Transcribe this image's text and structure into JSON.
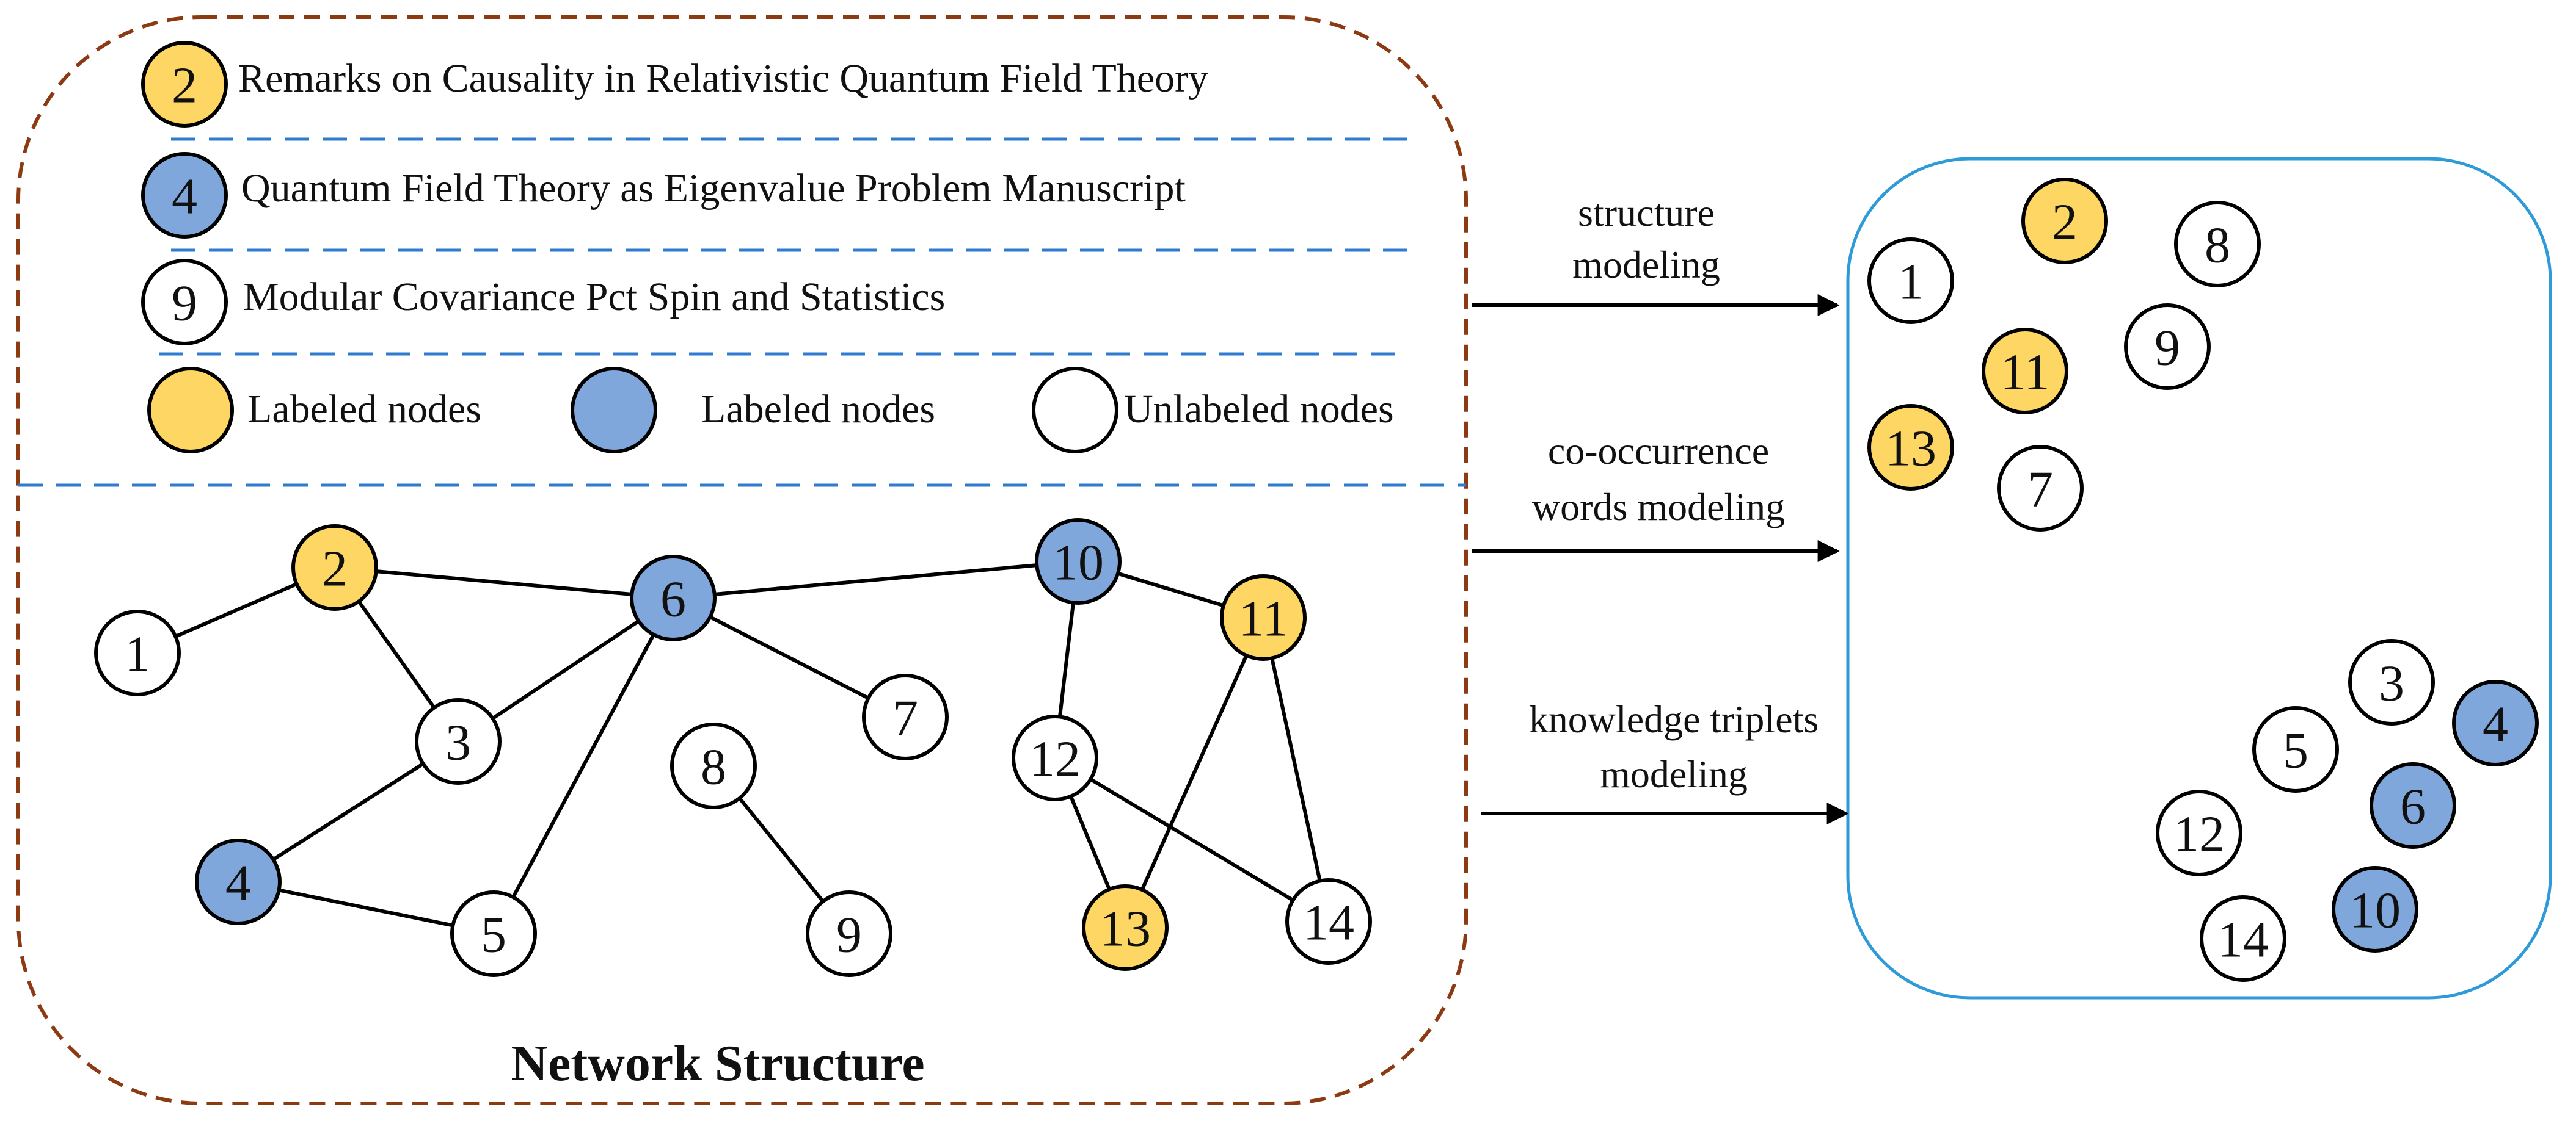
{
  "colors": {
    "yellow": "#FDD663",
    "blue": "#7FA7DC",
    "white": "#FFFFFF",
    "stroke": "#000000",
    "left_border": "#8B3A12",
    "right_border": "#2E9AD8",
    "dash": "#2E7BD0"
  },
  "legend": {
    "papers": [
      {
        "id": "2",
        "color": "yellow",
        "title": "Remarks on Causality in Relativistic Quantum Field Theory"
      },
      {
        "id": "4",
        "color": "blue",
        "title": "Quantum Field Theory as Eigenvalue Problem Manuscript"
      },
      {
        "id": "9",
        "color": "white",
        "title": "Modular Covariance Pct Spin and Statistics"
      }
    ],
    "keys": [
      {
        "color": "yellow",
        "label": "Labeled nodes"
      },
      {
        "color": "blue",
        "label": "Labeled nodes"
      },
      {
        "color": "white",
        "label": "Unlabeled nodes"
      }
    ]
  },
  "network": {
    "title": "Network Structure",
    "nodes": [
      {
        "id": "1",
        "color": "white"
      },
      {
        "id": "2",
        "color": "yellow"
      },
      {
        "id": "3",
        "color": "white"
      },
      {
        "id": "4",
        "color": "blue"
      },
      {
        "id": "5",
        "color": "white"
      },
      {
        "id": "6",
        "color": "blue"
      },
      {
        "id": "7",
        "color": "white"
      },
      {
        "id": "8",
        "color": "white"
      },
      {
        "id": "9",
        "color": "white"
      },
      {
        "id": "10",
        "color": "blue"
      },
      {
        "id": "11",
        "color": "yellow"
      },
      {
        "id": "12",
        "color": "white"
      },
      {
        "id": "13",
        "color": "yellow"
      },
      {
        "id": "14",
        "color": "white"
      }
    ],
    "edges": [
      [
        "1",
        "2"
      ],
      [
        "2",
        "6"
      ],
      [
        "2",
        "3"
      ],
      [
        "3",
        "6"
      ],
      [
        "3",
        "4"
      ],
      [
        "4",
        "5"
      ],
      [
        "5",
        "6"
      ],
      [
        "6",
        "7"
      ],
      [
        "6",
        "10"
      ],
      [
        "10",
        "11"
      ],
      [
        "10",
        "12"
      ],
      [
        "11",
        "13"
      ],
      [
        "11",
        "14"
      ],
      [
        "12",
        "13"
      ],
      [
        "12",
        "14"
      ],
      [
        "8",
        "9"
      ]
    ]
  },
  "arrows": [
    {
      "lines": [
        "structure",
        "modeling"
      ]
    },
    {
      "lines": [
        "co-occurrence",
        "words modeling"
      ]
    },
    {
      "lines": [
        "knowledge triplets",
        "modeling"
      ]
    }
  ],
  "result": {
    "nodes": [
      {
        "id": "1",
        "color": "white"
      },
      {
        "id": "2",
        "color": "yellow"
      },
      {
        "id": "8",
        "color": "white"
      },
      {
        "id": "9",
        "color": "white"
      },
      {
        "id": "11",
        "color": "yellow"
      },
      {
        "id": "13",
        "color": "yellow"
      },
      {
        "id": "7",
        "color": "white"
      },
      {
        "id": "3",
        "color": "white"
      },
      {
        "id": "4",
        "color": "blue"
      },
      {
        "id": "5",
        "color": "white"
      },
      {
        "id": "6",
        "color": "blue"
      },
      {
        "id": "12",
        "color": "white"
      },
      {
        "id": "10",
        "color": "blue"
      },
      {
        "id": "14",
        "color": "white"
      }
    ]
  }
}
